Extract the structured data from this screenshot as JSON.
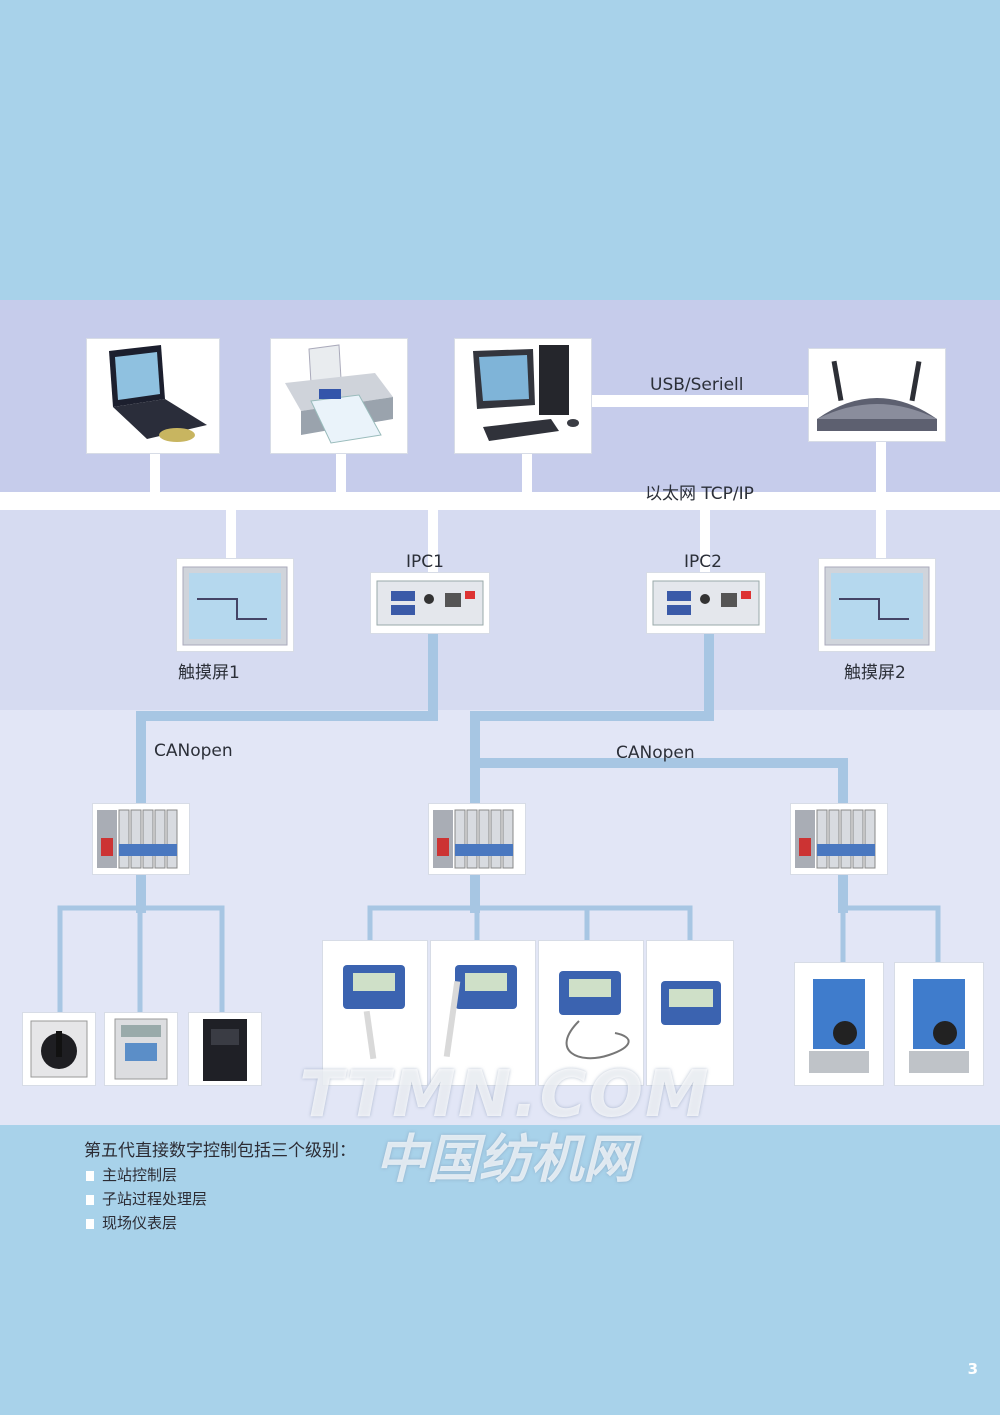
{
  "labels": {
    "usb": "USB/Seriell",
    "ethernet": "以太网 TCP/IP",
    "ipc1": "IPC1",
    "ipc2": "IPC2",
    "touch1": "触摸屏1",
    "touch2": "触摸屏2",
    "canopen1": "CANopen",
    "canopen2": "CANopen"
  },
  "description": {
    "intro": "第五代直接数字控制包括三个级别：",
    "levels": [
      "主站控制层",
      "子站过程处理层",
      "现场仪表层"
    ]
  },
  "watermark": {
    "line1": "TTMN.COM",
    "line2": "中国纺机网"
  },
  "page_number": "3",
  "colors": {
    "page_bg": "#a8d2ea",
    "diagram_top": "#c7cdea",
    "diagram_mid": "#d7dcf0",
    "diagram_low": "#e3e7f6",
    "bus_white": "#ffffff",
    "canopen_line": "#a9c8e4"
  }
}
